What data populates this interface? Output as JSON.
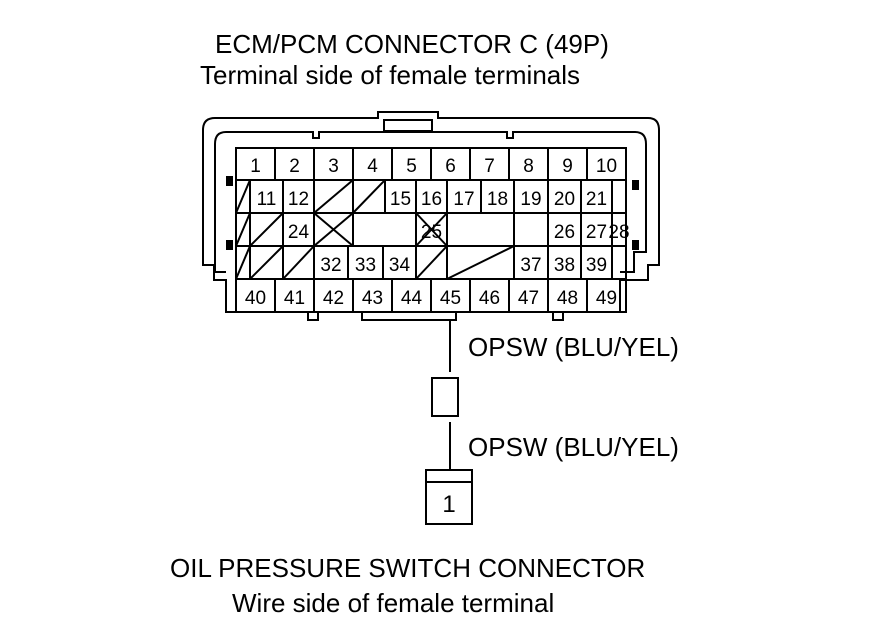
{
  "ecm_connector": {
    "title": "ECM/PCM CONNECTOR C (49P)",
    "subtitle": "Terminal side of female terminals",
    "terminal_rows": [
      [
        "1",
        "2",
        "3",
        "4",
        "5",
        "6",
        "7",
        "8",
        "9",
        "10"
      ],
      [
        "",
        "11",
        "12",
        "",
        "",
        "15",
        "16",
        "17",
        "18",
        "19",
        "20",
        "21",
        ""
      ],
      [
        "",
        "",
        "24",
        "",
        "",
        "25",
        "",
        "",
        "26",
        "27",
        "28",
        ""
      ],
      [
        "",
        "",
        "",
        "32",
        "33",
        "34",
        "",
        "",
        "37",
        "38",
        "39",
        ""
      ],
      [
        "40",
        "41",
        "42",
        "43",
        "44",
        "45",
        "46",
        "47",
        "48",
        "49"
      ]
    ]
  },
  "wires": [
    {
      "label": "OPSW (BLU/YEL)"
    },
    {
      "label": "OPSW (BLU/YEL)"
    }
  ],
  "switch_connector": {
    "title": "OIL PRESSURE SWITCH CONNECTOR",
    "subtitle": "Wire side of female terminal",
    "terminal": "1"
  }
}
